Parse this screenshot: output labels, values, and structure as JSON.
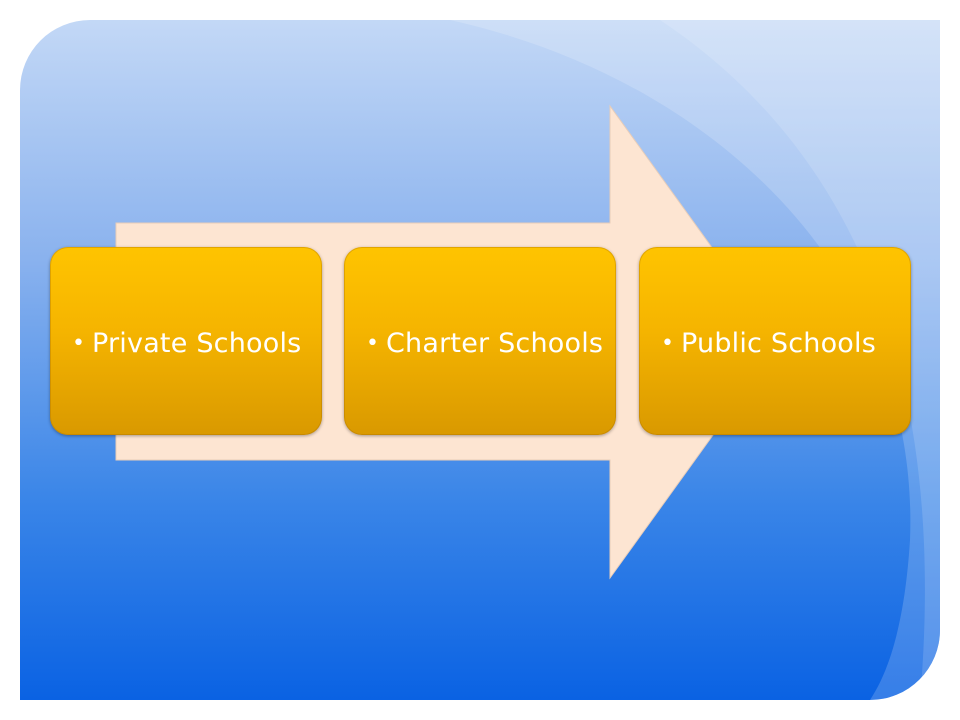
{
  "diagram": {
    "steps": [
      {
        "label": "Private Schools"
      },
      {
        "label": "Charter Schools"
      },
      {
        "label": "Public Schools"
      }
    ]
  },
  "colors": {
    "card_fill_top": "#ffc400",
    "card_fill_bottom": "#d99900",
    "arrow_fill": "#fde5d2",
    "text": "#ffffff",
    "background_top": "#c3d8f6",
    "background_bottom": "#0a62e3"
  }
}
